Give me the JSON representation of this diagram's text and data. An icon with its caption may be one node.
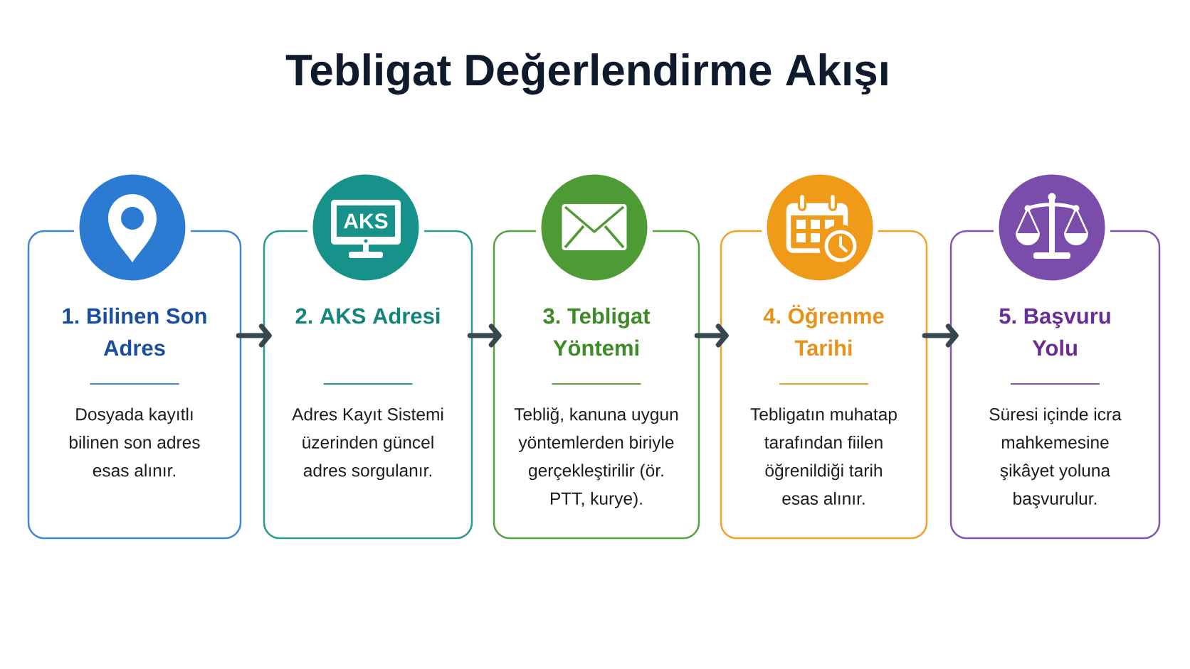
{
  "diagram": {
    "title": "Tebligat Değerlendirme Akışı",
    "nodes": [
      {
        "text": [
          "1. Bilinen Son Adres",
          "Dosyada kayıtlı bilinen son adres esas alınır."
        ]
      },
      {
        "text": [
          "2. AKS Adresi",
          "Adres Kayıt Sistemi üzerinden güncel adres sorgulanır."
        ]
      },
      {
        "text": [
          "3. Tebligat Yöntemi",
          "Tebliğ, kanuna uygun yöntemlerden biriyle gerçekleştirilir (ör. PTT, kurye)."
        ]
      },
      {
        "text": [
          "4. Öğrenme Tarihi",
          "Tebligatın muhatap tarafından fiilen öğrenildiği tarih esas alınır."
        ]
      },
      {
        "text": [
          "5. Başvuru Yolu",
          "Süresi içinde icra mahkemesine şikâyet yoluna başvurulur."
        ]
      }
    ],
    "edges": [
      {
        "from": 0,
        "to": 1,
        "arrow": "to"
      },
      {
        "from": 1,
        "to": 2,
        "arrow": "to"
      },
      {
        "from": 2,
        "to": 3,
        "arrow": "to"
      },
      {
        "from": 3,
        "to": 4,
        "arrow": "to"
      }
    ],
    "labels": [
      "AKS"
    ]
  }
}
